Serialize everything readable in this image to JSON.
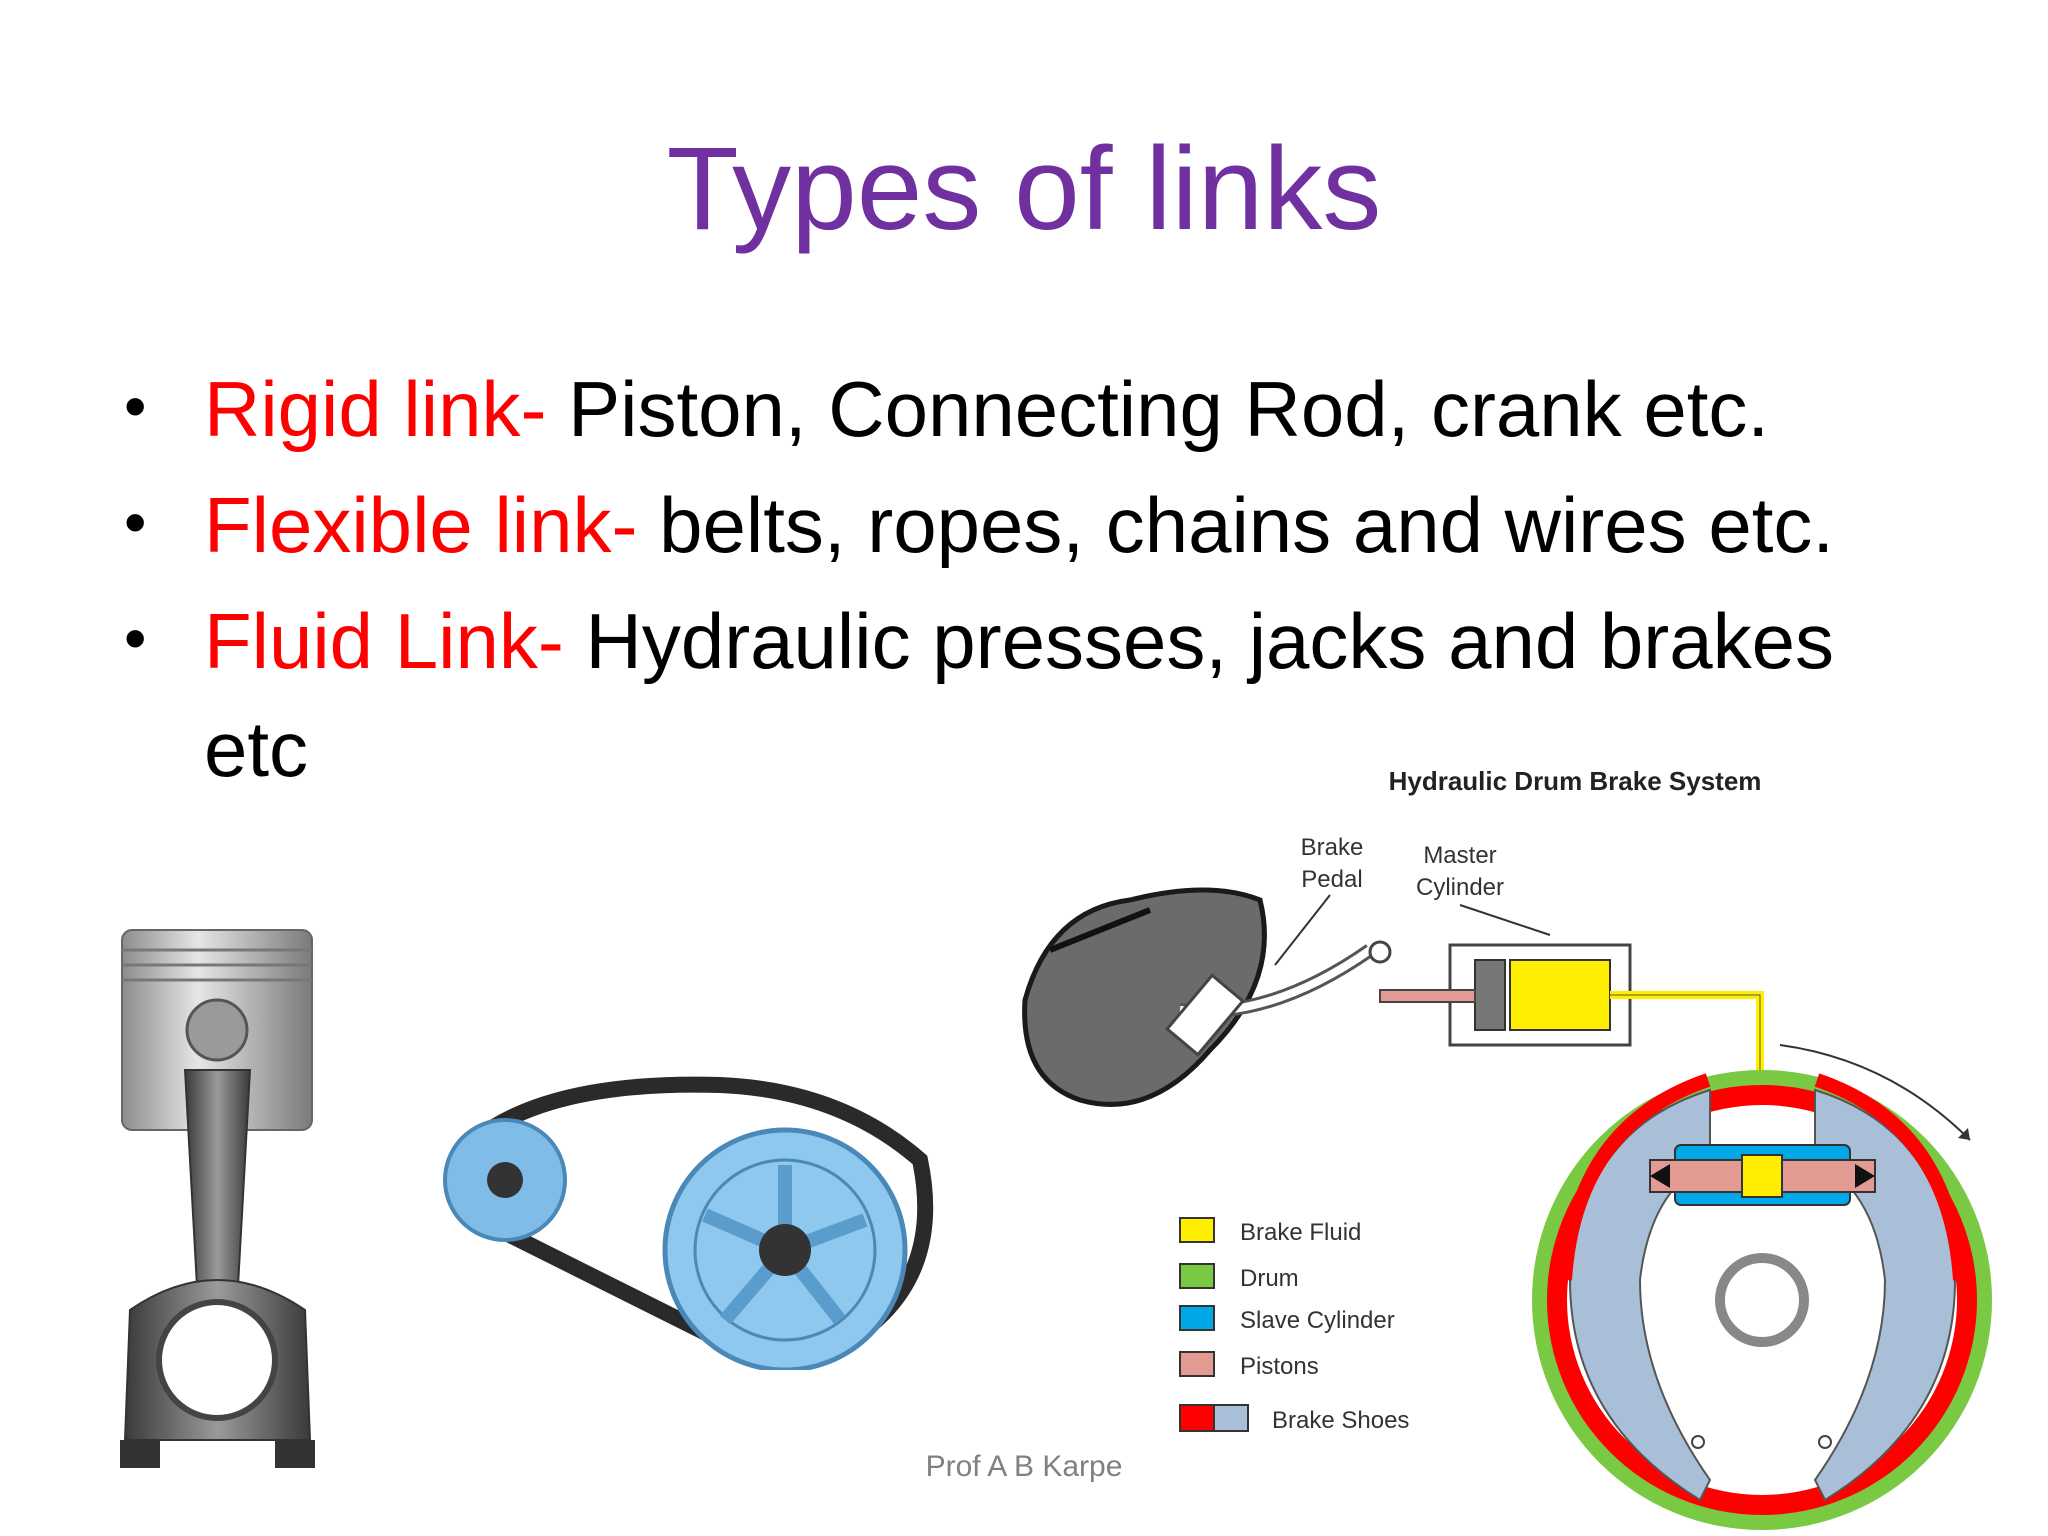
{
  "slide": {
    "title": "Types of links",
    "bullets": [
      {
        "term": "Rigid link-",
        "text": " Piston, Connecting Rod, crank etc.",
        "continuation": ""
      },
      {
        "term": "Flexible link-",
        "text": " belts, ropes, chains and wires etc.",
        "continuation": ""
      },
      {
        "term": "Fluid Link-",
        "text": " Hydraulic presses, jacks and brakes",
        "continuation": "etc"
      }
    ],
    "footer": "Prof A B Karpe"
  },
  "brake_diagram": {
    "title": "Hydraulic Drum Brake System",
    "labels": {
      "brake_pedal_line1": "Brake",
      "brake_pedal_line2": "Pedal",
      "master_cylinder_line1": "Master",
      "master_cylinder_line2": "Cylinder"
    },
    "legend": [
      {
        "label": "Brake Fluid",
        "color": "#ffee00"
      },
      {
        "label": "Drum",
        "color": "#7ac943"
      },
      {
        "label": "Slave Cylinder",
        "color": "#00a8e8"
      },
      {
        "label": "Pistons",
        "color": "#e39a93"
      },
      {
        "label": "Brake Shoes",
        "color": "#ff0000",
        "color2": "#a9bfd8"
      }
    ]
  },
  "colors": {
    "title": "#7030a0",
    "term": "#ff0000"
  }
}
